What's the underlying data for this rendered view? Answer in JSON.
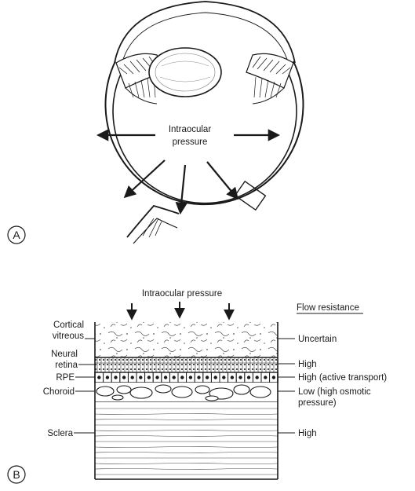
{
  "panel_a": {
    "letter": "A",
    "pressure_label_line1": "Intraocular",
    "pressure_label_line2": "pressure"
  },
  "panel_b": {
    "letter": "B",
    "top_label": "Intraocular pressure",
    "resistance_header": "Flow resistance",
    "layers": [
      {
        "name_line1": "Cortical",
        "name_line2": "vitreous",
        "resistance_line1": "Uncertain",
        "resistance_line2": ""
      },
      {
        "name_line1": "Neural",
        "name_line2": "retina",
        "resistance_line1": "High",
        "resistance_line2": ""
      },
      {
        "name_line1": "RPE",
        "name_line2": "",
        "resistance_line1": "High (active transport)",
        "resistance_line2": ""
      },
      {
        "name_line1": "Choroid",
        "name_line2": "",
        "resistance_line1": "Low (high osmotic",
        "resistance_line2": "pressure)"
      },
      {
        "name_line1": "Sclera",
        "name_line2": "",
        "resistance_line1": "High",
        "resistance_line2": ""
      }
    ]
  }
}
